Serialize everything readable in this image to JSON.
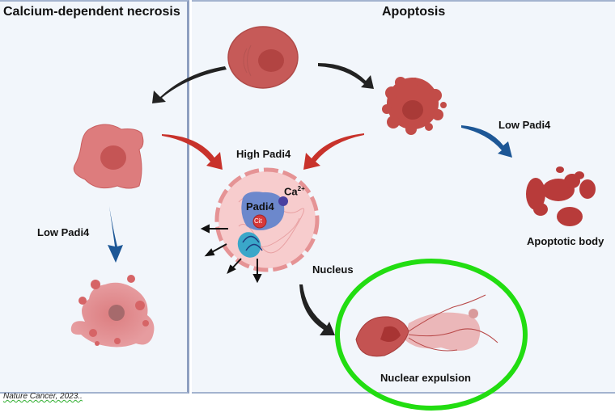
{
  "panels": {
    "left": {
      "title": "Calcium-dependent necrosis",
      "low_label": "Low Padi4"
    },
    "right": {
      "title": "Apoptosis",
      "high_label": "High Padi4",
      "low_label": "Low Padi4",
      "apoptotic_body_label": "Apoptotic body",
      "nucleus_label": "Nucleus",
      "nuclear_expulsion_label": "Nuclear expulsion",
      "padi4_label": "Padi4",
      "calcium_label": "Ca",
      "calcium_charge": "2+",
      "cit_label": "Cit"
    }
  },
  "caption": "Nature Cancer, 2023..",
  "colors": {
    "cell": "#c0504d",
    "highlight": "#22dd11",
    "blue_arrow": "#1d5796",
    "red_arrow": "#c8322b",
    "black_arrow": "#222222"
  }
}
